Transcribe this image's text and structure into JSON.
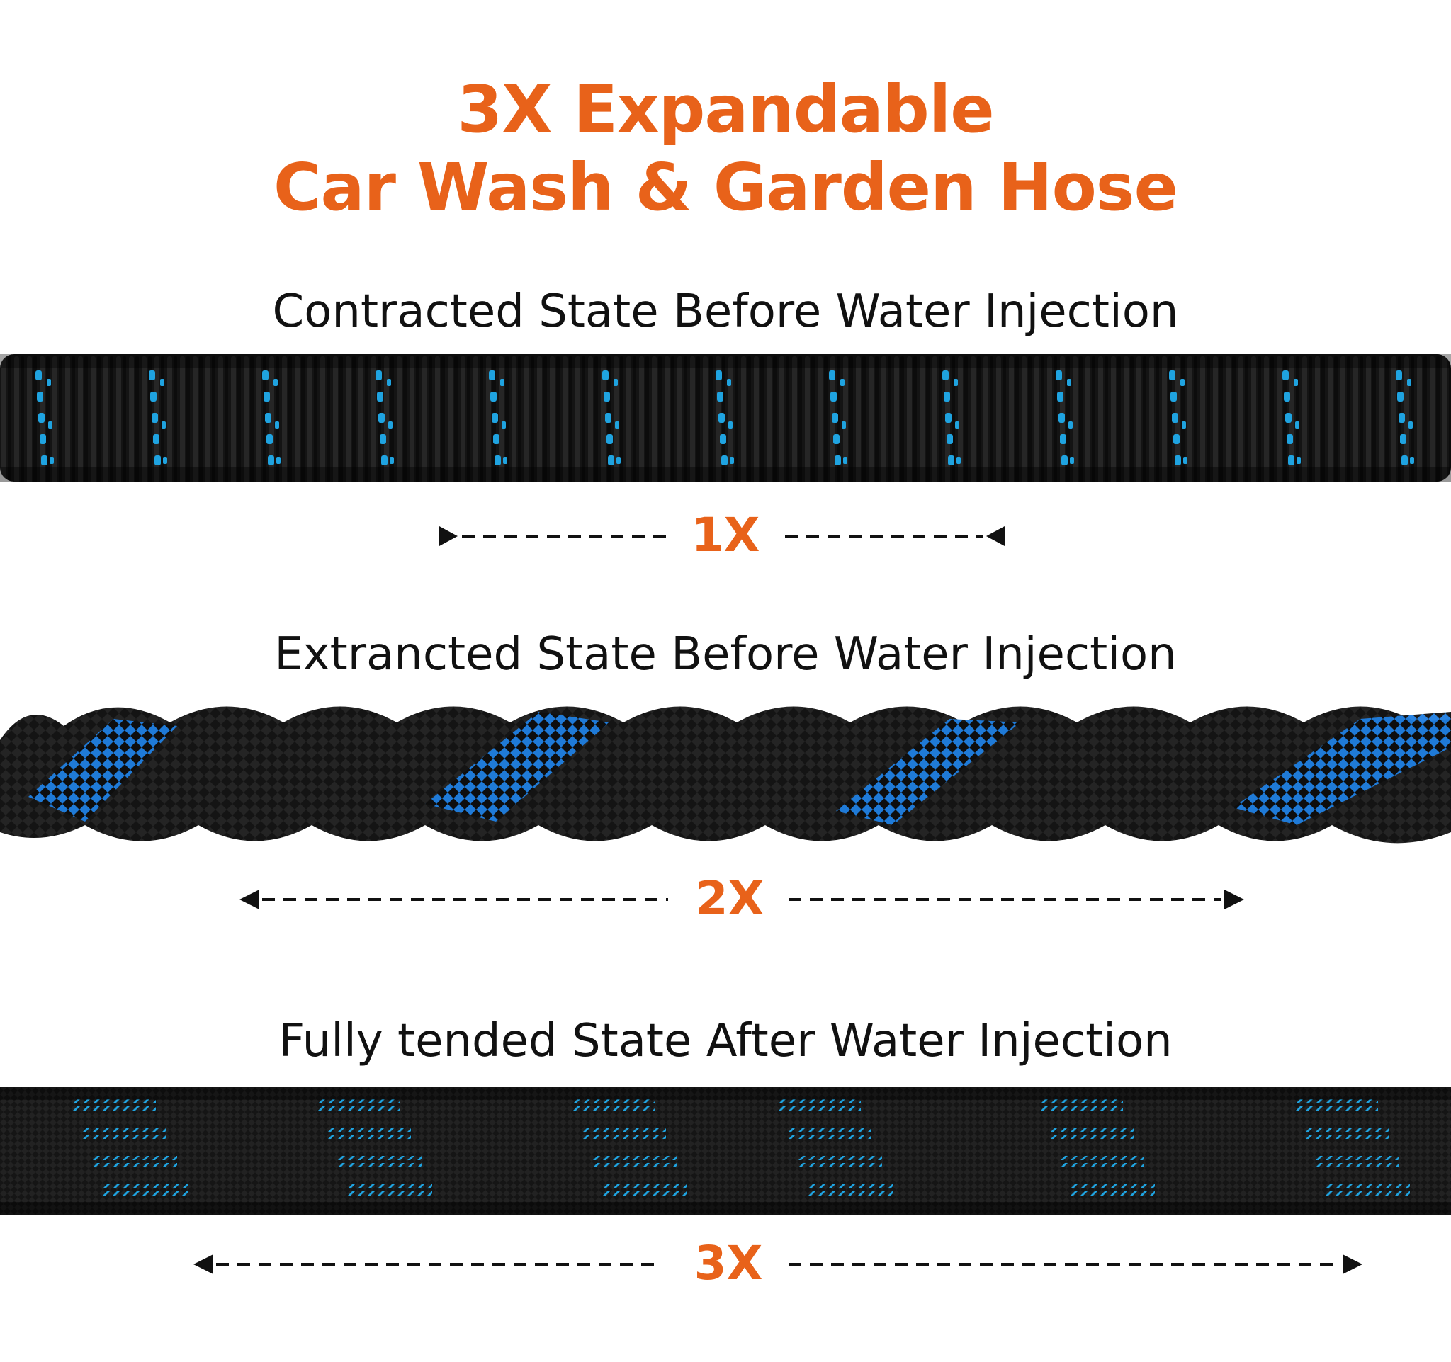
{
  "header": {
    "title_line1": "3X Expandable",
    "title_line2": "Car Wash & Garden Hose"
  },
  "colors": {
    "accent": "#e8621a",
    "hose_black": "#111111",
    "hose_blue": "#1fa3e0",
    "hose_blue_dark": "#1f6fd6",
    "text": "#111111"
  },
  "states": [
    {
      "caption": "Contracted State Before Water Injection",
      "multiplier": "1X"
    },
    {
      "caption": "Extrancted State Before Water Injection",
      "multiplier": "2X"
    },
    {
      "caption": "Fully tended State After Water Injection",
      "multiplier": "3X"
    }
  ]
}
